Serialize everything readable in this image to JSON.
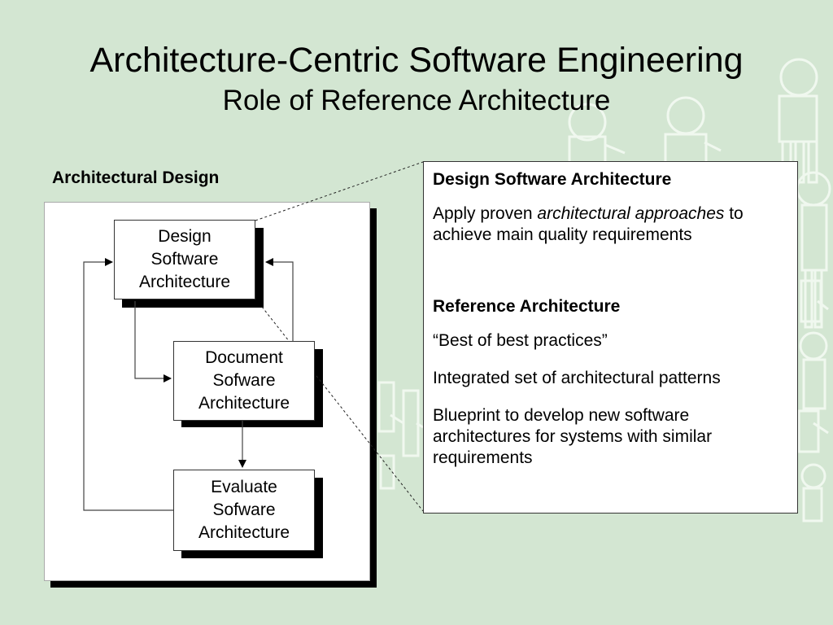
{
  "slide": {
    "title": "Architecture-Centric Software Engineering",
    "subtitle": "Role of Reference Architecture",
    "section_label": "Architectural Design"
  },
  "diagram": {
    "nodes": [
      {
        "id": "design",
        "lines": [
          "Design",
          "Software",
          "Architecture"
        ]
      },
      {
        "id": "document",
        "lines": [
          "Document",
          "Sofware",
          "Architecture"
        ]
      },
      {
        "id": "evaluate",
        "lines": [
          "Evaluate",
          "Sofware",
          "Architecture"
        ]
      }
    ]
  },
  "info": {
    "design_heading": "Design Software Architecture",
    "design_text_before": "Apply proven ",
    "design_text_emph": "architectural approaches",
    "design_text_after": " to achieve main quality requirements",
    "ref_heading": "Reference Architecture",
    "ref_items": [
      "“Best of best practices”",
      "Integrated set of architectural patterns",
      "Blueprint to develop new software architectures for systems with similar requirements"
    ]
  },
  "colors": {
    "background": "#d3e6d2",
    "figure_outline": "#ffffff"
  }
}
